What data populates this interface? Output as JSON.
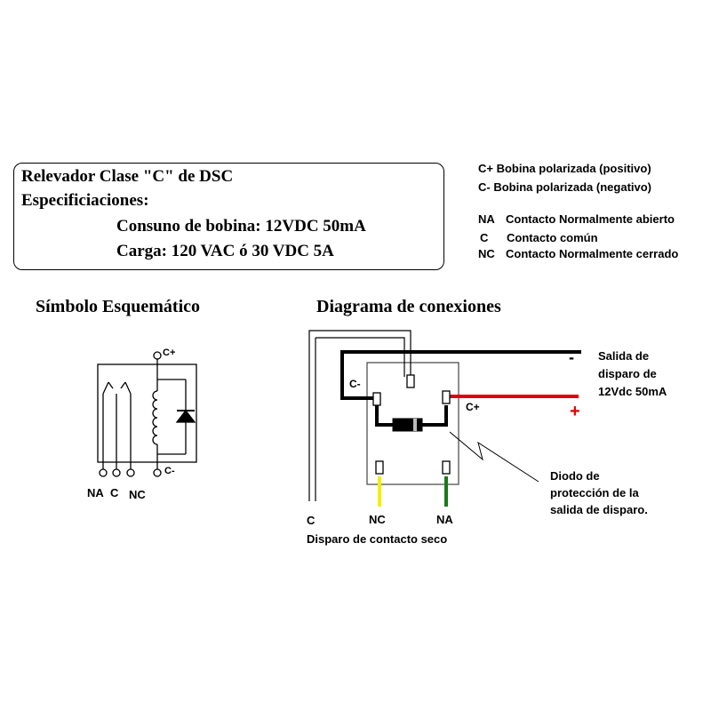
{
  "specs": {
    "title": "Relevador Clase \"C\" de DSC",
    "heading": "Especificiaciones:",
    "coil": "Consuno de bobina: 12VDC 50mA",
    "load": "Carga: 120 VAC ó 30 VDC 5A"
  },
  "legend": {
    "cplus": "C+ Bobina polarizada (positivo)",
    "cminus": "C-  Bobina polarizada (negativo)",
    "na_key": "NA",
    "na_text": "Contacto Normalmente abierto",
    "c_key": "C",
    "c_text": "Contacto común",
    "nc_key": "NC",
    "nc_text": "Contacto Normalmente cerrado"
  },
  "schematic": {
    "title": "Símbolo Esquemático",
    "cplus": "C+",
    "cminus": "C-",
    "na": "NA",
    "c": "C",
    "nc": "NC"
  },
  "connections": {
    "title": "Diagrama de conexiones",
    "cminus": "C-",
    "cplus": "C+",
    "minus_sign": "-",
    "plus_sign": "+",
    "output_line1": "Salida de",
    "output_line2": "disparo de",
    "output_line3": "12Vdc 50mA",
    "diode_line1": "Diodo de",
    "diode_line2": "protección de la",
    "diode_line3": "salida de disparo.",
    "c": "C",
    "nc": "NC",
    "na": "NA",
    "dry_contact": "Disparo de contacto seco"
  },
  "colors": {
    "positive_wire": "#e00000",
    "nc_wire": "#f0f000",
    "na_wire": "#1a7a1a",
    "negative_wire": "#000000"
  }
}
